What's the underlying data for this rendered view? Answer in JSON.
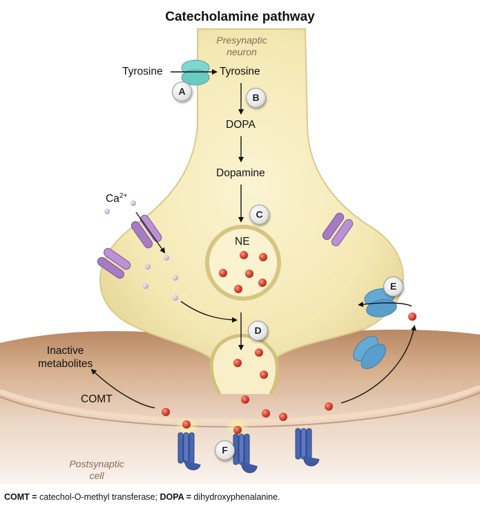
{
  "title": "Catecholamine pathway",
  "regions": {
    "presynaptic_line1": "Presynaptic",
    "presynaptic_line2": "neuron",
    "postsynaptic_line1": "Postsynaptic",
    "postsynaptic_line2": "cell"
  },
  "labels": {
    "tyrosine_outside": "Tyrosine",
    "tyrosine_inside": "Tyrosine",
    "dopa": "DOPA",
    "dopamine": "Dopamine",
    "ne": "NE",
    "calcium": "Ca",
    "calcium_charge": "2+",
    "inactive_line1": "Inactive",
    "inactive_line2": "metabolites",
    "comt": "COMT"
  },
  "steps": [
    "A",
    "B",
    "C",
    "D",
    "E",
    "F"
  ],
  "footer": {
    "comt_abbr": "COMT =",
    "comt_def": " catechol-O-methyl transferase; ",
    "dopa_abbr": "DOPA =",
    "dopa_def": " dihydroxyphenalanine."
  },
  "colors": {
    "neuron_fill": "#f5eab7",
    "neuron_edge": "#d8c98c",
    "postsynaptic_fill": "#c79a75",
    "transporter": "#7fd6d0",
    "calcium_channel": "#a57bc4",
    "reuptake_transporter": "#66a9d4",
    "receptor": "#4a67b0",
    "norepinephrine": "#d8442f"
  }
}
